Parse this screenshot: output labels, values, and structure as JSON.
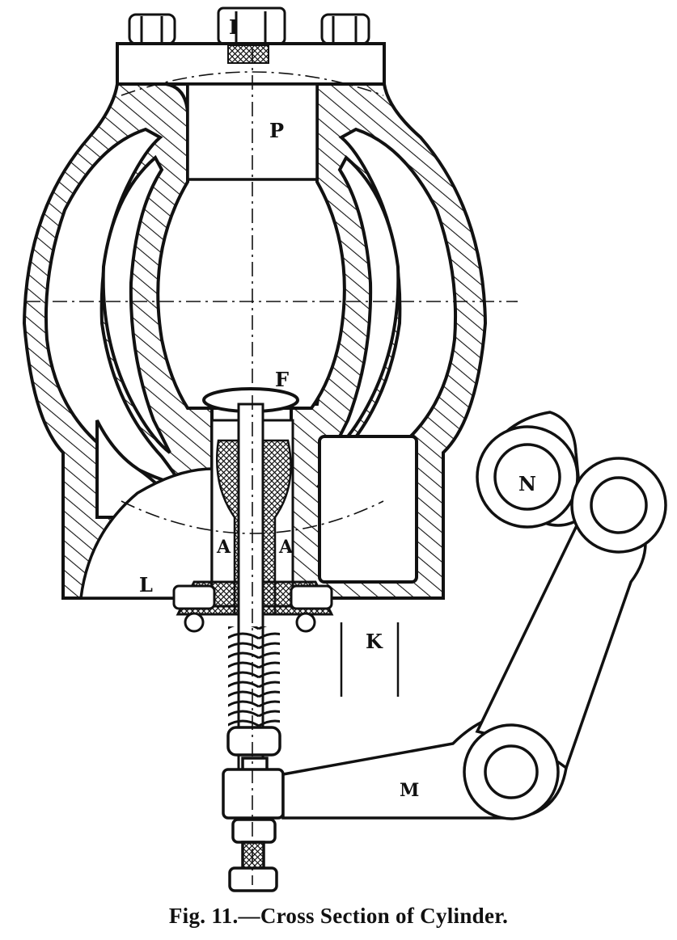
{
  "figure": {
    "caption": "Fig. 11.—Cross Section of Cylinder.",
    "labels": {
      "I": "I",
      "P": "P",
      "F": "F",
      "A_left": "A",
      "A_right": "A",
      "L": "L",
      "K": "K",
      "N": "N",
      "M": "M"
    }
  }
}
